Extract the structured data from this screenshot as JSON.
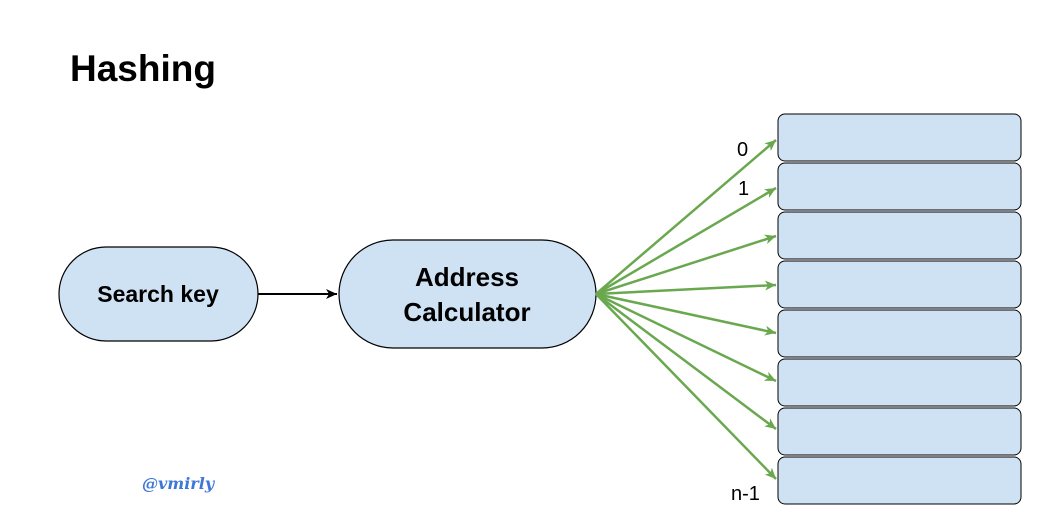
{
  "title": "Hashing",
  "nodes": {
    "search_key": "Search key",
    "address_calculator_line1": "Address",
    "address_calculator_line2": "Calculator"
  },
  "slot_labels": {
    "first": "0",
    "second": "1",
    "last": "n-1"
  },
  "slot_count": 8,
  "watermark": "@vmirly",
  "colors": {
    "node_fill": "#cfe2f3",
    "stroke": "#000000",
    "arrow_green": "#6aa84f",
    "watermark": "#3d78d8"
  }
}
